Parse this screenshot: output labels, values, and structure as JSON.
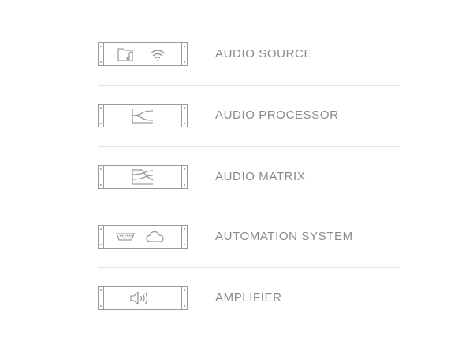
{
  "devices": [
    {
      "label": "AUDIO SOURCE",
      "icons": [
        "music-folder-icon",
        "wifi-icon"
      ]
    },
    {
      "label": "AUDIO PROCESSOR",
      "icons": [
        "processor-filter-icon"
      ]
    },
    {
      "label": "AUDIO MATRIX",
      "icons": [
        "matrix-routing-icon"
      ]
    },
    {
      "label": "AUTOMATION SYSTEM",
      "icons": [
        "serial-port-icon",
        "cloud-icon"
      ]
    },
    {
      "label": "AMPLIFIER",
      "icons": [
        "speaker-icon"
      ]
    }
  ],
  "colors": {
    "stroke": "#9a9a9a",
    "label": "#8a8a8a",
    "divider": "#e3e3e3",
    "background": "#ffffff"
  }
}
